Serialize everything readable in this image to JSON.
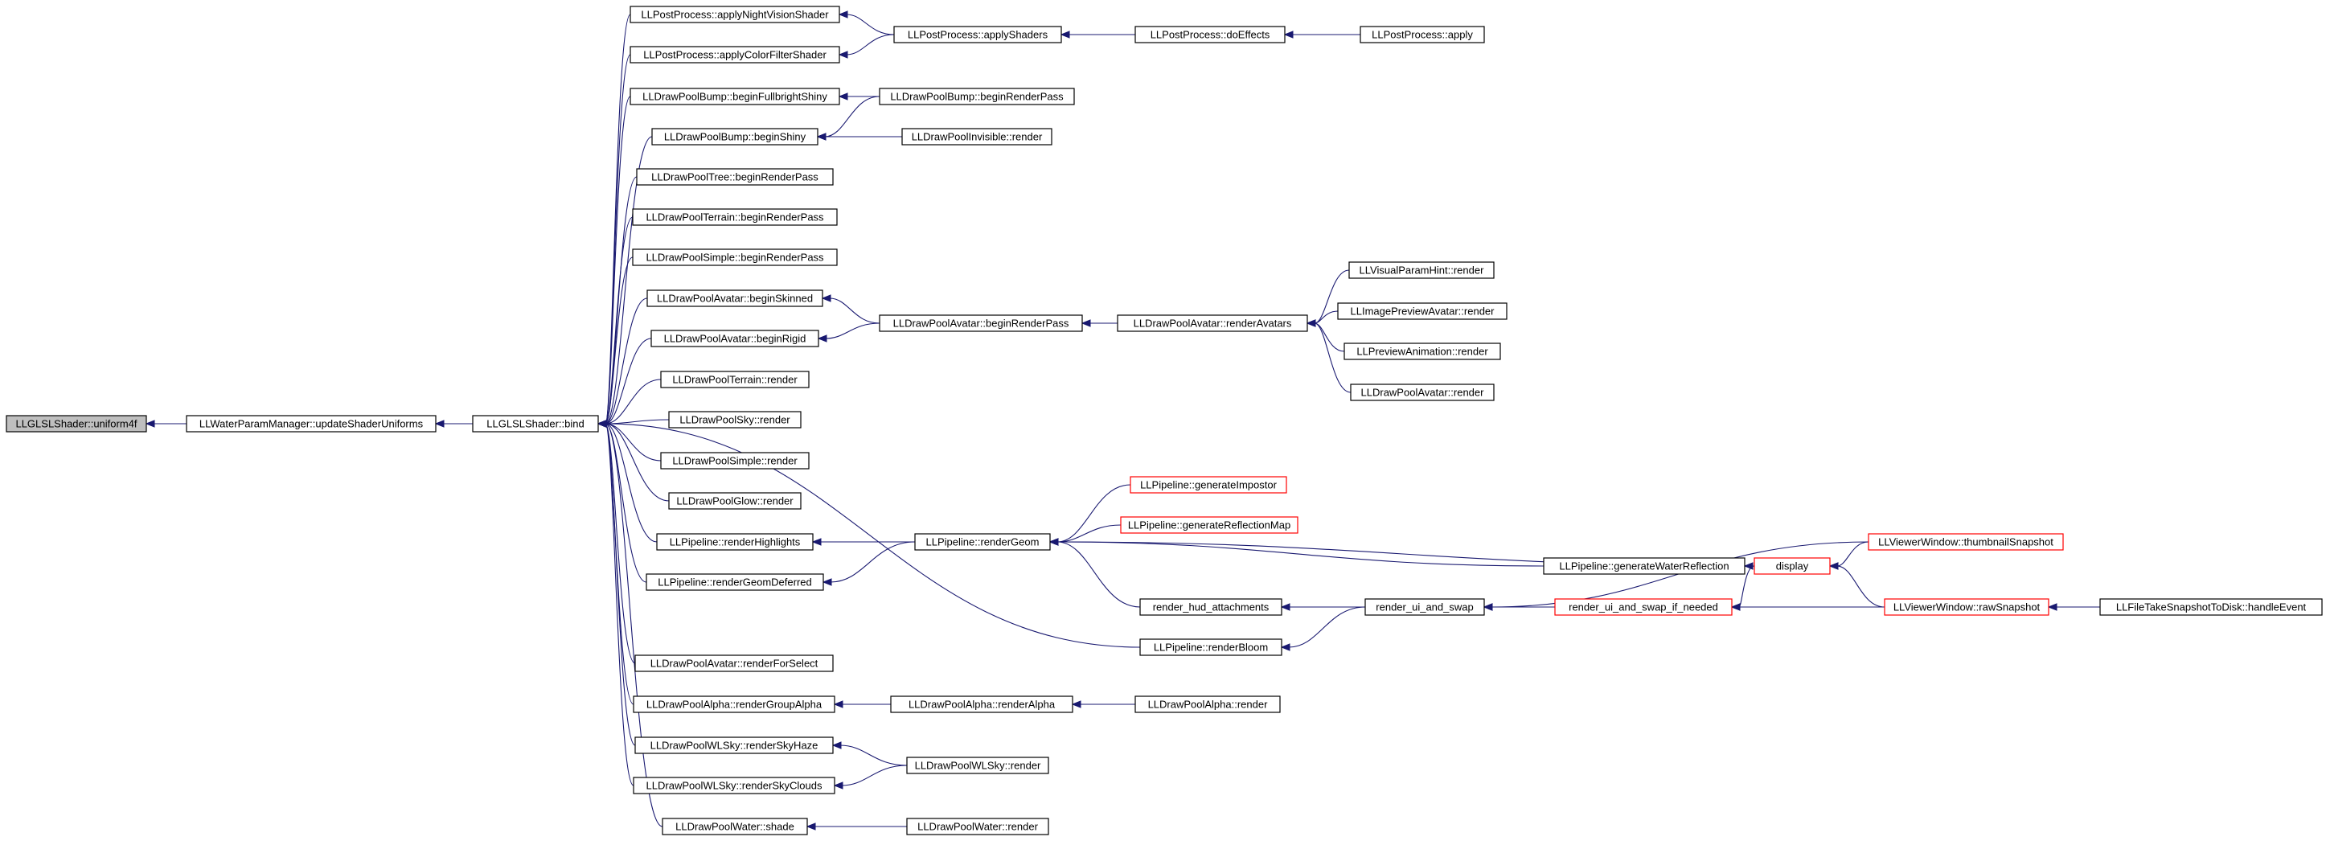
{
  "diagram": {
    "nodes": [
      {
        "id": "n1",
        "label": "LLGLSLShader::uniform4f",
        "style": "root"
      },
      {
        "id": "n2",
        "label": "LLWaterParamManager::updateShaderUniforms",
        "style": "normal"
      },
      {
        "id": "n3",
        "label": "LLGLSLShader::bind",
        "style": "normal"
      },
      {
        "id": "n4",
        "label": "LLPostProcess::applyNightVisionShader",
        "style": "normal"
      },
      {
        "id": "n5",
        "label": "LLPostProcess::applyColorFilterShader",
        "style": "normal"
      },
      {
        "id": "n6",
        "label": "LLDrawPoolBump::beginFullbrightShiny",
        "style": "normal"
      },
      {
        "id": "n7",
        "label": "LLDrawPoolBump::beginShiny",
        "style": "normal"
      },
      {
        "id": "n8",
        "label": "LLDrawPoolTree::beginRenderPass",
        "style": "normal"
      },
      {
        "id": "n9",
        "label": "LLDrawPoolTerrain::beginRenderPass",
        "style": "normal"
      },
      {
        "id": "n10",
        "label": "LLDrawPoolSimple::beginRenderPass",
        "style": "normal"
      },
      {
        "id": "n11",
        "label": "LLDrawPoolAvatar::beginSkinned",
        "style": "normal"
      },
      {
        "id": "n12",
        "label": "LLDrawPoolAvatar::beginRigid",
        "style": "normal"
      },
      {
        "id": "n13",
        "label": "LLDrawPoolTerrain::render",
        "style": "normal"
      },
      {
        "id": "n14",
        "label": "LLDrawPoolSky::render",
        "style": "normal"
      },
      {
        "id": "n15",
        "label": "LLDrawPoolSimple::render",
        "style": "normal"
      },
      {
        "id": "n16",
        "label": "LLDrawPoolGlow::render",
        "style": "normal"
      },
      {
        "id": "n17",
        "label": "LLPipeline::renderHighlights",
        "style": "normal"
      },
      {
        "id": "n18",
        "label": "LLPipeline::renderGeomDeferred",
        "style": "normal"
      },
      {
        "id": "n19",
        "label": "LLDrawPoolAvatar::renderForSelect",
        "style": "normal"
      },
      {
        "id": "n20",
        "label": "LLDrawPoolAlpha::renderGroupAlpha",
        "style": "normal"
      },
      {
        "id": "n21",
        "label": "LLDrawPoolWLSky::renderSkyHaze",
        "style": "normal"
      },
      {
        "id": "n22",
        "label": "LLDrawPoolWLSky::renderSkyClouds",
        "style": "normal"
      },
      {
        "id": "n23",
        "label": "LLDrawPoolWater::shade",
        "style": "normal"
      },
      {
        "id": "n24",
        "label": "LLPostProcess::applyShaders",
        "style": "normal"
      },
      {
        "id": "n25",
        "label": "LLPostProcess::doEffects",
        "style": "normal"
      },
      {
        "id": "n26",
        "label": "LLPostProcess::apply",
        "style": "normal"
      },
      {
        "id": "n27",
        "label": "LLDrawPoolBump::beginRenderPass",
        "style": "normal"
      },
      {
        "id": "n28",
        "label": "LLDrawPoolInvisible::render",
        "style": "normal"
      },
      {
        "id": "n29",
        "label": "LLDrawPoolAvatar::beginRenderPass",
        "style": "normal"
      },
      {
        "id": "n30",
        "label": "LLDrawPoolAvatar::renderAvatars",
        "style": "normal"
      },
      {
        "id": "n31",
        "label": "LLVisualParamHint::render",
        "style": "normal"
      },
      {
        "id": "n32",
        "label": "LLImagePreviewAvatar::render",
        "style": "normal"
      },
      {
        "id": "n33",
        "label": "LLPreviewAnimation::render",
        "style": "normal"
      },
      {
        "id": "n34",
        "label": "LLDrawPoolAvatar::render",
        "style": "normal"
      },
      {
        "id": "n35",
        "label": "LLPipeline::renderGeom",
        "style": "normal"
      },
      {
        "id": "n36",
        "label": "LLPipeline::generateImpostor",
        "style": "red"
      },
      {
        "id": "n37",
        "label": "LLPipeline::generateReflectionMap",
        "style": "red"
      },
      {
        "id": "n38",
        "label": "LLPipeline::generateWaterReflection",
        "style": "normal"
      },
      {
        "id": "n39",
        "label": "display",
        "style": "red"
      },
      {
        "id": "n40",
        "label": "LLViewerWindow::thumbnailSnapshot",
        "style": "red"
      },
      {
        "id": "n41",
        "label": "render_hud_attachments",
        "style": "normal"
      },
      {
        "id": "n42",
        "label": "render_ui_and_swap",
        "style": "normal"
      },
      {
        "id": "n43",
        "label": "render_ui_and_swap_if_needed",
        "style": "red"
      },
      {
        "id": "n44",
        "label": "LLViewerWindow::rawSnapshot",
        "style": "red"
      },
      {
        "id": "n45",
        "label": "LLFileTakeSnapshotToDisk::handleEvent",
        "style": "normal"
      },
      {
        "id": "n46",
        "label": "LLPipeline::renderBloom",
        "style": "normal"
      },
      {
        "id": "n47",
        "label": "LLDrawPoolAlpha::renderAlpha",
        "style": "normal"
      },
      {
        "id": "n48",
        "label": "LLDrawPoolAlpha::render",
        "style": "normal"
      },
      {
        "id": "n49",
        "label": "LLDrawPoolWLSky::render",
        "style": "normal"
      },
      {
        "id": "n50",
        "label": "LLDrawPoolWater::render",
        "style": "normal"
      }
    ],
    "edges": [
      {
        "from": "n2",
        "to": "n1"
      },
      {
        "from": "n3",
        "to": "n2"
      },
      {
        "from": "n4",
        "to": "n3"
      },
      {
        "from": "n5",
        "to": "n3"
      },
      {
        "from": "n6",
        "to": "n3"
      },
      {
        "from": "n7",
        "to": "n3"
      },
      {
        "from": "n8",
        "to": "n3"
      },
      {
        "from": "n9",
        "to": "n3"
      },
      {
        "from": "n10",
        "to": "n3"
      },
      {
        "from": "n11",
        "to": "n3"
      },
      {
        "from": "n12",
        "to": "n3"
      },
      {
        "from": "n13",
        "to": "n3"
      },
      {
        "from": "n14",
        "to": "n3"
      },
      {
        "from": "n15",
        "to": "n3"
      },
      {
        "from": "n16",
        "to": "n3"
      },
      {
        "from": "n17",
        "to": "n3"
      },
      {
        "from": "n18",
        "to": "n3"
      },
      {
        "from": "n46",
        "to": "n3"
      },
      {
        "from": "n19",
        "to": "n3"
      },
      {
        "from": "n20",
        "to": "n3"
      },
      {
        "from": "n21",
        "to": "n3"
      },
      {
        "from": "n22",
        "to": "n3"
      },
      {
        "from": "n23",
        "to": "n3"
      },
      {
        "from": "n24",
        "to": "n4"
      },
      {
        "from": "n24",
        "to": "n5"
      },
      {
        "from": "n25",
        "to": "n24"
      },
      {
        "from": "n26",
        "to": "n25"
      },
      {
        "from": "n27",
        "to": "n6"
      },
      {
        "from": "n27",
        "to": "n7"
      },
      {
        "from": "n28",
        "to": "n7"
      },
      {
        "from": "n29",
        "to": "n11"
      },
      {
        "from": "n29",
        "to": "n12"
      },
      {
        "from": "n30",
        "to": "n29"
      },
      {
        "from": "n31",
        "to": "n30"
      },
      {
        "from": "n32",
        "to": "n30"
      },
      {
        "from": "n33",
        "to": "n30"
      },
      {
        "from": "n34",
        "to": "n30"
      },
      {
        "from": "n35",
        "to": "n17"
      },
      {
        "from": "n35",
        "to": "n18"
      },
      {
        "from": "n36",
        "to": "n35"
      },
      {
        "from": "n37",
        "to": "n35"
      },
      {
        "from": "n38",
        "to": "n35"
      },
      {
        "from": "n39",
        "to": "n35"
      },
      {
        "from": "n41",
        "to": "n35"
      },
      {
        "from": "n39",
        "to": "n38"
      },
      {
        "from": "n40",
        "to": "n39"
      },
      {
        "from": "n44",
        "to": "n39"
      },
      {
        "from": "n40",
        "to": "n42"
      },
      {
        "from": "n42",
        "to": "n41"
      },
      {
        "from": "n42",
        "to": "n46"
      },
      {
        "from": "n43",
        "to": "n42"
      },
      {
        "from": "n44",
        "to": "n42"
      },
      {
        "from": "n39",
        "to": "n43"
      },
      {
        "from": "n44",
        "to": "n43"
      },
      {
        "from": "n45",
        "to": "n44"
      },
      {
        "from": "n47",
        "to": "n20"
      },
      {
        "from": "n48",
        "to": "n47"
      },
      {
        "from": "n49",
        "to": "n21"
      },
      {
        "from": "n49",
        "to": "n22"
      },
      {
        "from": "n50",
        "to": "n23"
      }
    ]
  }
}
